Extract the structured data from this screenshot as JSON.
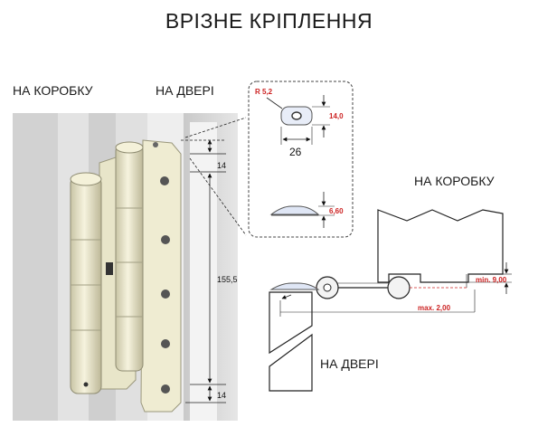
{
  "title": "ВРІЗНЕ КРІПЛЕННЯ",
  "labels": {
    "left_frame": "НА КОРОБКУ",
    "left_door": "НА ДВЕРІ",
    "right_frame": "НА КОРОБКУ",
    "right_door": "НА ДВЕРІ"
  },
  "dimensions": {
    "top_offset": "14",
    "height": "155,5",
    "bottom_offset": "14",
    "radius": "R 5,2",
    "slot_height": "14,0",
    "slot_width": "26",
    "depth": "6,60",
    "min_gap": "min. 9,00",
    "max_gap": "max. 2,00"
  },
  "colors": {
    "dim_red": "#cc2222",
    "hinge": "#ece8cc",
    "dashed_box": "#444444"
  }
}
